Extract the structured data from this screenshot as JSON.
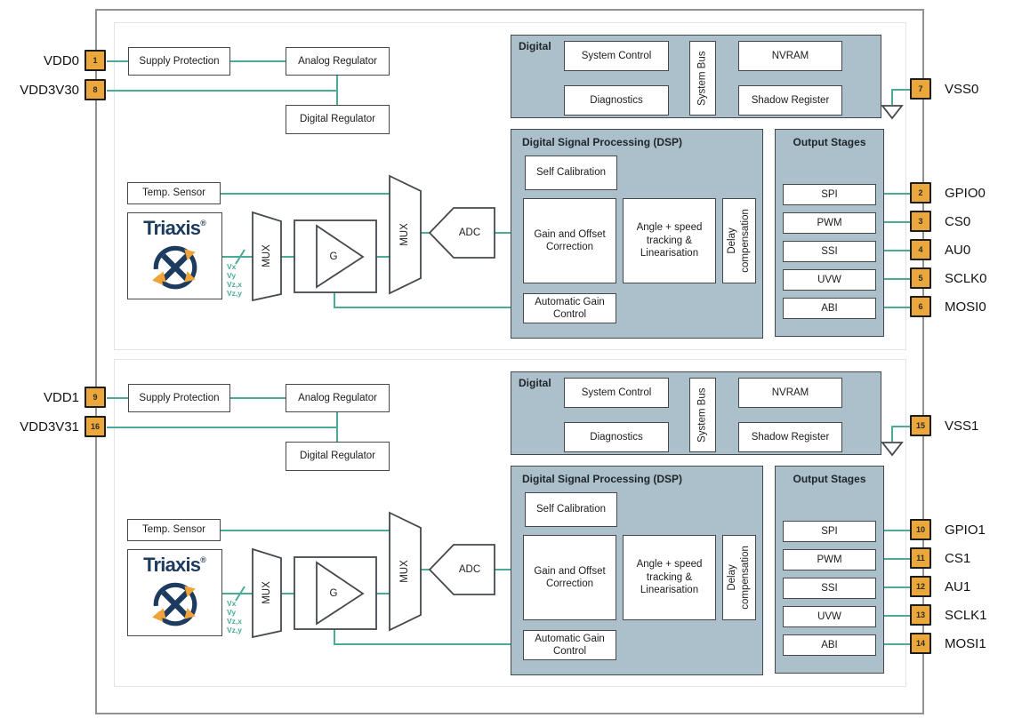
{
  "colors": {
    "wire": "#4aab97",
    "block_bg": "#abc0ca",
    "pin_fill": "#eba63c",
    "pin_border": "#1d1d1d",
    "logo_navy": "#1d3b5e",
    "logo_orange": "#efa33a"
  },
  "channels": [
    {
      "blocks": {
        "supply_protection": "Supply Protection",
        "analog_regulator": "Analog Regulator",
        "digital_regulator": "Digital Regulator",
        "temp_sensor": "Temp. Sensor",
        "mux_in": "MUX",
        "gain_amp": "G",
        "mux_out": "MUX",
        "adc": "ADC"
      },
      "triaxis_brand": "Triaxis",
      "triaxis_reg": "®",
      "signals": [
        "Vx",
        "Vy",
        "Vz,x",
        "Vz,y"
      ],
      "digital": {
        "label": "Digital",
        "system_control": "System Control",
        "diagnostics": "Diagnostics",
        "system_bus": "System Bus",
        "nvram": "NVRAM",
        "shadow_register": "Shadow Register"
      },
      "dsp": {
        "label": "Digital Signal Processing (DSP)",
        "self_calibration": "Self Calibration",
        "gain_offset": "Gain and Offset Correction",
        "angle_speed": "Angle + speed tracking & Linearisation",
        "delay_comp": "Delay compensation",
        "agc": "Automatic Gain Control"
      },
      "output_stages": {
        "label": "Output Stages",
        "items": [
          "SPI",
          "PWM",
          "SSI",
          "UVW",
          "ABI"
        ]
      },
      "pins_left": [
        {
          "num": "1",
          "label": "VDD0"
        },
        {
          "num": "8",
          "label": "VDD3V30"
        }
      ],
      "pins_right": [
        {
          "num": "7",
          "label": "VSS0"
        },
        {
          "num": "2",
          "label": "GPIO0"
        },
        {
          "num": "3",
          "label": "CS0"
        },
        {
          "num": "4",
          "label": "AU0"
        },
        {
          "num": "5",
          "label": "SCLK0"
        },
        {
          "num": "6",
          "label": "MOSI0"
        }
      ]
    },
    {
      "blocks": {
        "supply_protection": "Supply Protection",
        "analog_regulator": "Analog Regulator",
        "digital_regulator": "Digital Regulator",
        "temp_sensor": "Temp. Sensor",
        "mux_in": "MUX",
        "gain_amp": "G",
        "mux_out": "MUX",
        "adc": "ADC"
      },
      "triaxis_brand": "Triaxis",
      "triaxis_reg": "®",
      "signals": [
        "Vx",
        "Vy",
        "Vz,x",
        "Vz,y"
      ],
      "digital": {
        "label": "Digital",
        "system_control": "System Control",
        "diagnostics": "Diagnostics",
        "system_bus": "System Bus",
        "nvram": "NVRAM",
        "shadow_register": "Shadow Register"
      },
      "dsp": {
        "label": "Digital Signal Processing (DSP)",
        "self_calibration": "Self Calibration",
        "gain_offset": "Gain and Offset Correction",
        "angle_speed": "Angle + speed tracking & Linearisation",
        "delay_comp": "Delay compensation",
        "agc": "Automatic Gain Control"
      },
      "output_stages": {
        "label": "Output Stages",
        "items": [
          "SPI",
          "PWM",
          "SSI",
          "UVW",
          "ABI"
        ]
      },
      "pins_left": [
        {
          "num": "9",
          "label": "VDD1"
        },
        {
          "num": "16",
          "label": "VDD3V31"
        }
      ],
      "pins_right": [
        {
          "num": "15",
          "label": "VSS1"
        },
        {
          "num": "10",
          "label": "GPIO1"
        },
        {
          "num": "11",
          "label": "CS1"
        },
        {
          "num": "12",
          "label": "AU1"
        },
        {
          "num": "13",
          "label": "SCLK1"
        },
        {
          "num": "14",
          "label": "MOSI1"
        }
      ]
    }
  ]
}
